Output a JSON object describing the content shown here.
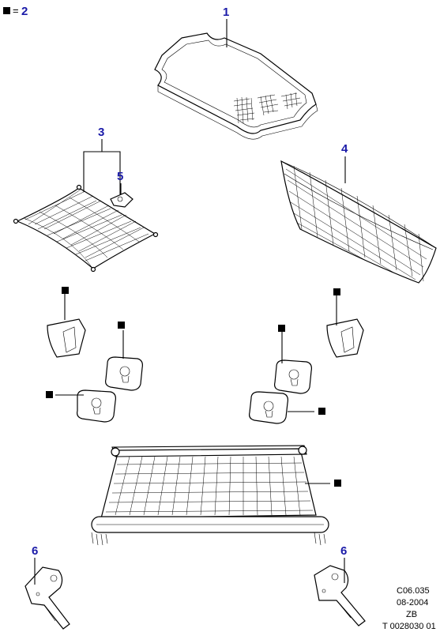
{
  "legend": {
    "symbol_label": "=",
    "ref_number": "2"
  },
  "callouts": {
    "c1": "1",
    "c3": "3",
    "c4": "4",
    "c5": "5",
    "c6_left": "6",
    "c6_right": "6"
  },
  "reference_block": {
    "line1": "C06.035",
    "line2": "08-2004",
    "line3": "ZB",
    "line4": "T 0028030 01"
  },
  "colors": {
    "callout": "#1a1aa8",
    "line": "#000000",
    "background": "#ffffff"
  }
}
